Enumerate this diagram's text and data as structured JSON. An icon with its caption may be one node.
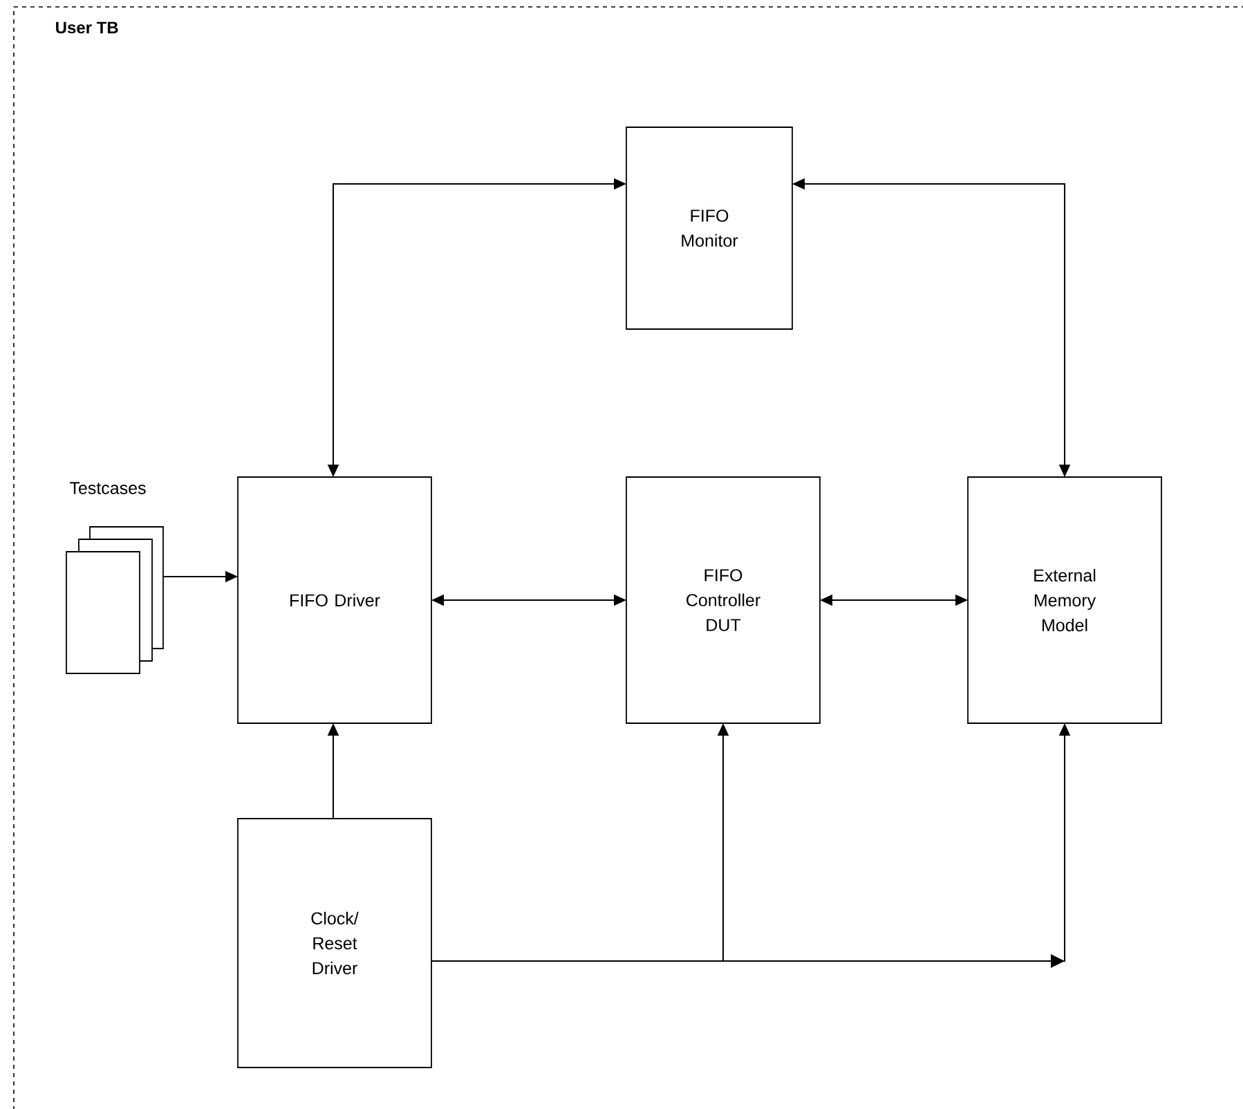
{
  "diagram": {
    "nodes": [
      {
        "text": [
          "User TB"
        ]
      },
      {
        "text": [
          "FIFO Monitor"
        ],
        "in": 0
      },
      {
        "text": [
          "Testcases"
        ],
        "in": 0
      },
      {
        "text": [
          "FIFO Driver"
        ],
        "in": 0
      },
      {
        "text": [
          "FIFO Controller DUT"
        ],
        "in": 0
      },
      {
        "text": [
          "External Memory Model"
        ],
        "in": 0
      },
      {
        "text": [
          "Clock/ Reset Driver"
        ],
        "in": 0
      }
    ],
    "edges": [
      {
        "from": 1,
        "to": 3,
        "arrow": "both"
      },
      {
        "from": 1,
        "to": 5,
        "arrow": "both"
      },
      {
        "from": 2,
        "to": 3,
        "arrow": "to"
      },
      {
        "from": 3,
        "to": 4,
        "arrow": "both"
      },
      {
        "from": 4,
        "to": 5,
        "arrow": "both"
      },
      {
        "from": 6,
        "to": 3,
        "arrow": "to"
      },
      {
        "from": 6,
        "to": 4,
        "arrow": "to"
      },
      {
        "from": 6,
        "to": 5,
        "arrow": "to"
      }
    ]
  }
}
